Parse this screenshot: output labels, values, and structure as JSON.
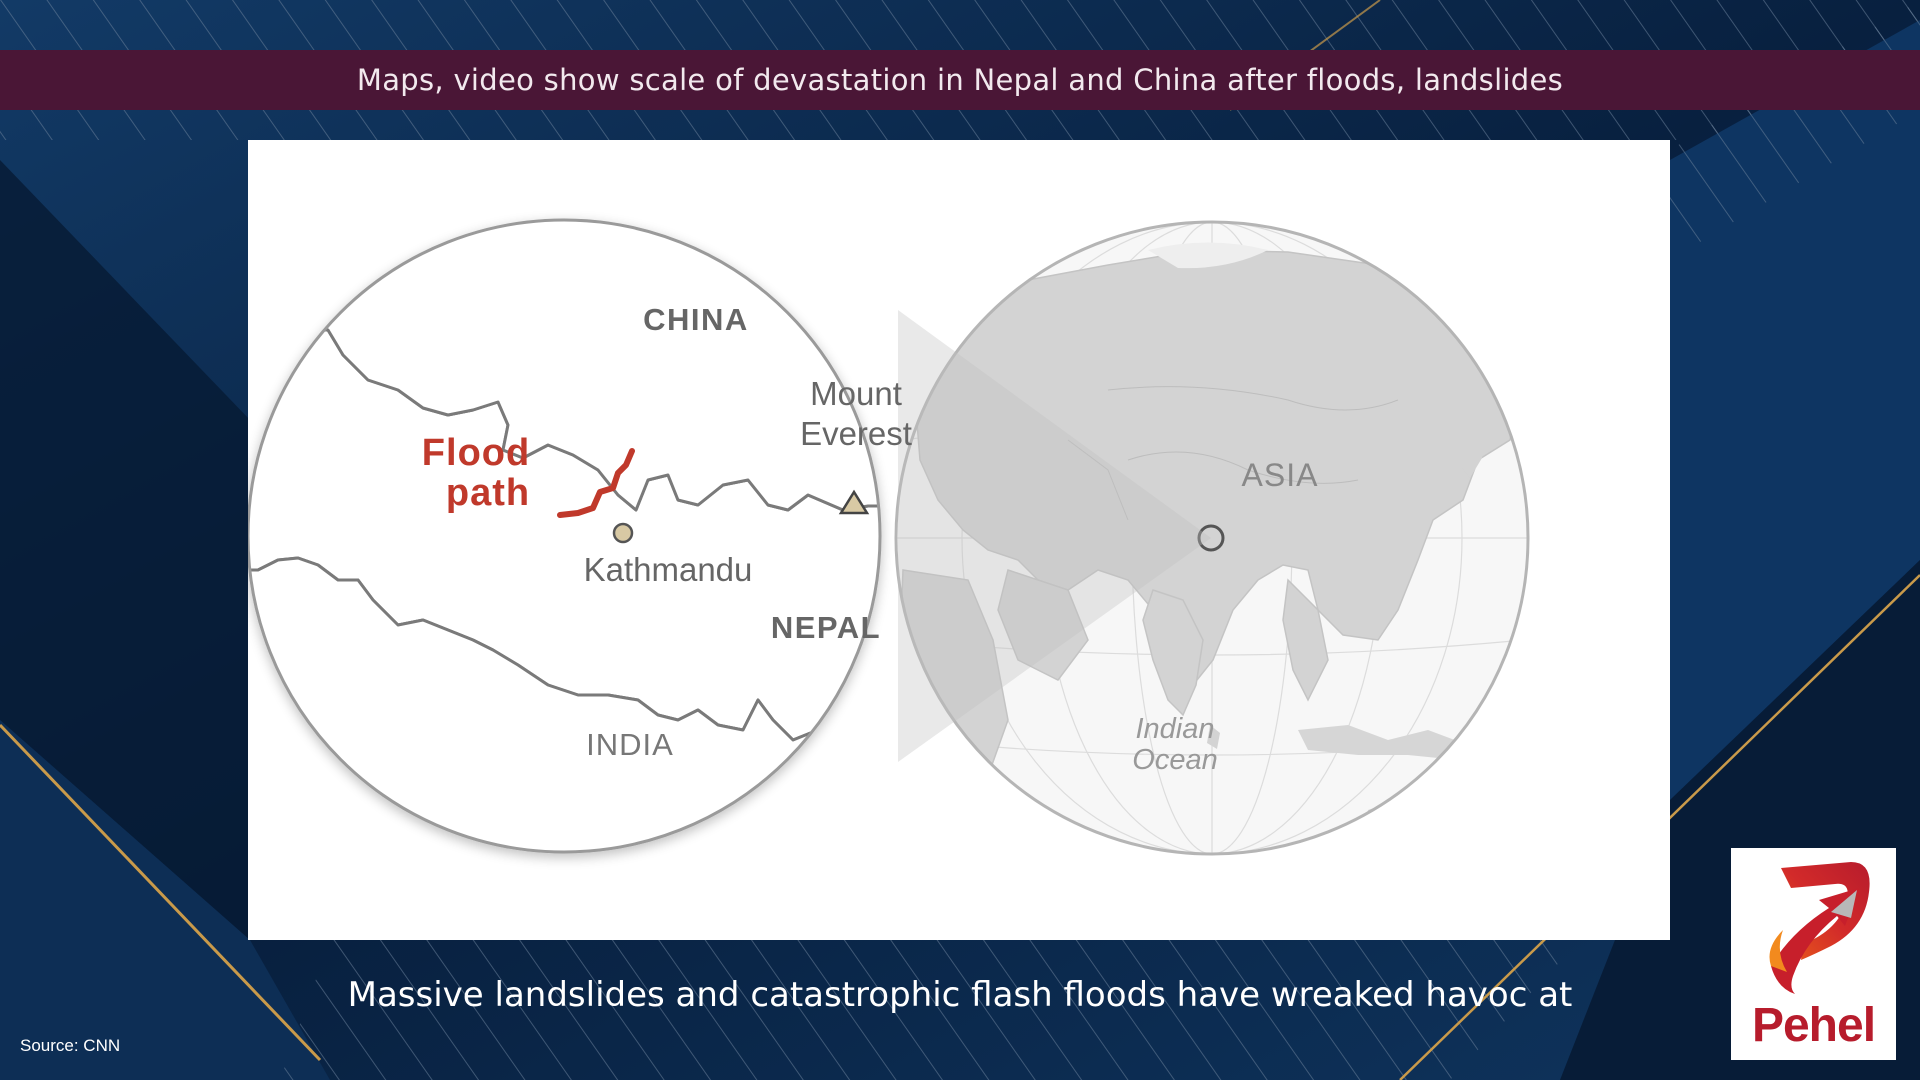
{
  "headline": "Maps, video show scale of devastation in Nepal and China after floods, landslides",
  "caption": "Massive landslides and catastrophic flash floods have wreaked havoc at",
  "source": "Source: CNN",
  "logo": {
    "name": "Pehel",
    "icon": "pehel-logo-icon"
  },
  "map": {
    "labels": {
      "china": "CHINA",
      "nepal": "NEPAL",
      "india": "INDIA",
      "kathmandu": "Kathmandu",
      "everest_line1": "Mount",
      "everest_line2": "Everest",
      "flood_line1": "Flood",
      "flood_line2": "path",
      "asia": "ASIA",
      "ocean_line1": "Indian",
      "ocean_line2": "Ocean"
    },
    "icons": [
      "kathmandu-marker-icon",
      "everest-triangle-icon",
      "locator-circle-icon"
    ]
  },
  "colors": {
    "background": "#0b2346",
    "headline_bar": "#4a1636",
    "flood_path": "#c0392b",
    "gold_accent": "#c99a4a",
    "logo_red": "#b71c2c"
  }
}
